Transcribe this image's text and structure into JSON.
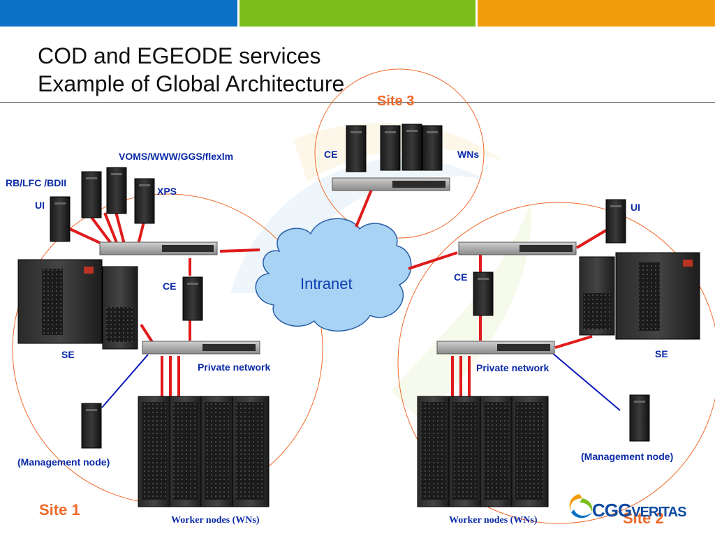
{
  "header": {
    "colors": [
      "#0d71c7",
      "#7bbd1b",
      "#f39c0c"
    ],
    "title_line1": "COD and EGEODE services",
    "title_line2": "Example of Global Architecture"
  },
  "sites": {
    "site1": "Site 1",
    "site2": "Site 2",
    "site3": "Site 3"
  },
  "labels": {
    "voms": "VOMS/WWW/GGS/flexlm",
    "rb": "RB/LFC /BDII",
    "ui_left": "UI",
    "xps": "XPS",
    "ce_left": "CE",
    "se_left": "SE",
    "private_left": "Private network",
    "mgmt_left": "(Management node)",
    "wn_left": "Worker nodes (WNs)",
    "ce_top": "CE",
    "wns_top": "WNs",
    "intranet": "Intranet",
    "ui_right": "UI",
    "ce_right": "CE",
    "se_right": "SE",
    "private_right": "Private network",
    "mgmt_right": "(Management node)",
    "wn_right": "Worker nodes (WNs)"
  },
  "logo": {
    "text_main": "CGG",
    "text_sub": "VERITAS"
  },
  "colors": {
    "link_red": "#e01b1b",
    "link_blue": "#0b18b8",
    "circle": "#f06a2a",
    "label_blue": "#0b2aa8",
    "cloud": "#a9d3f4"
  }
}
